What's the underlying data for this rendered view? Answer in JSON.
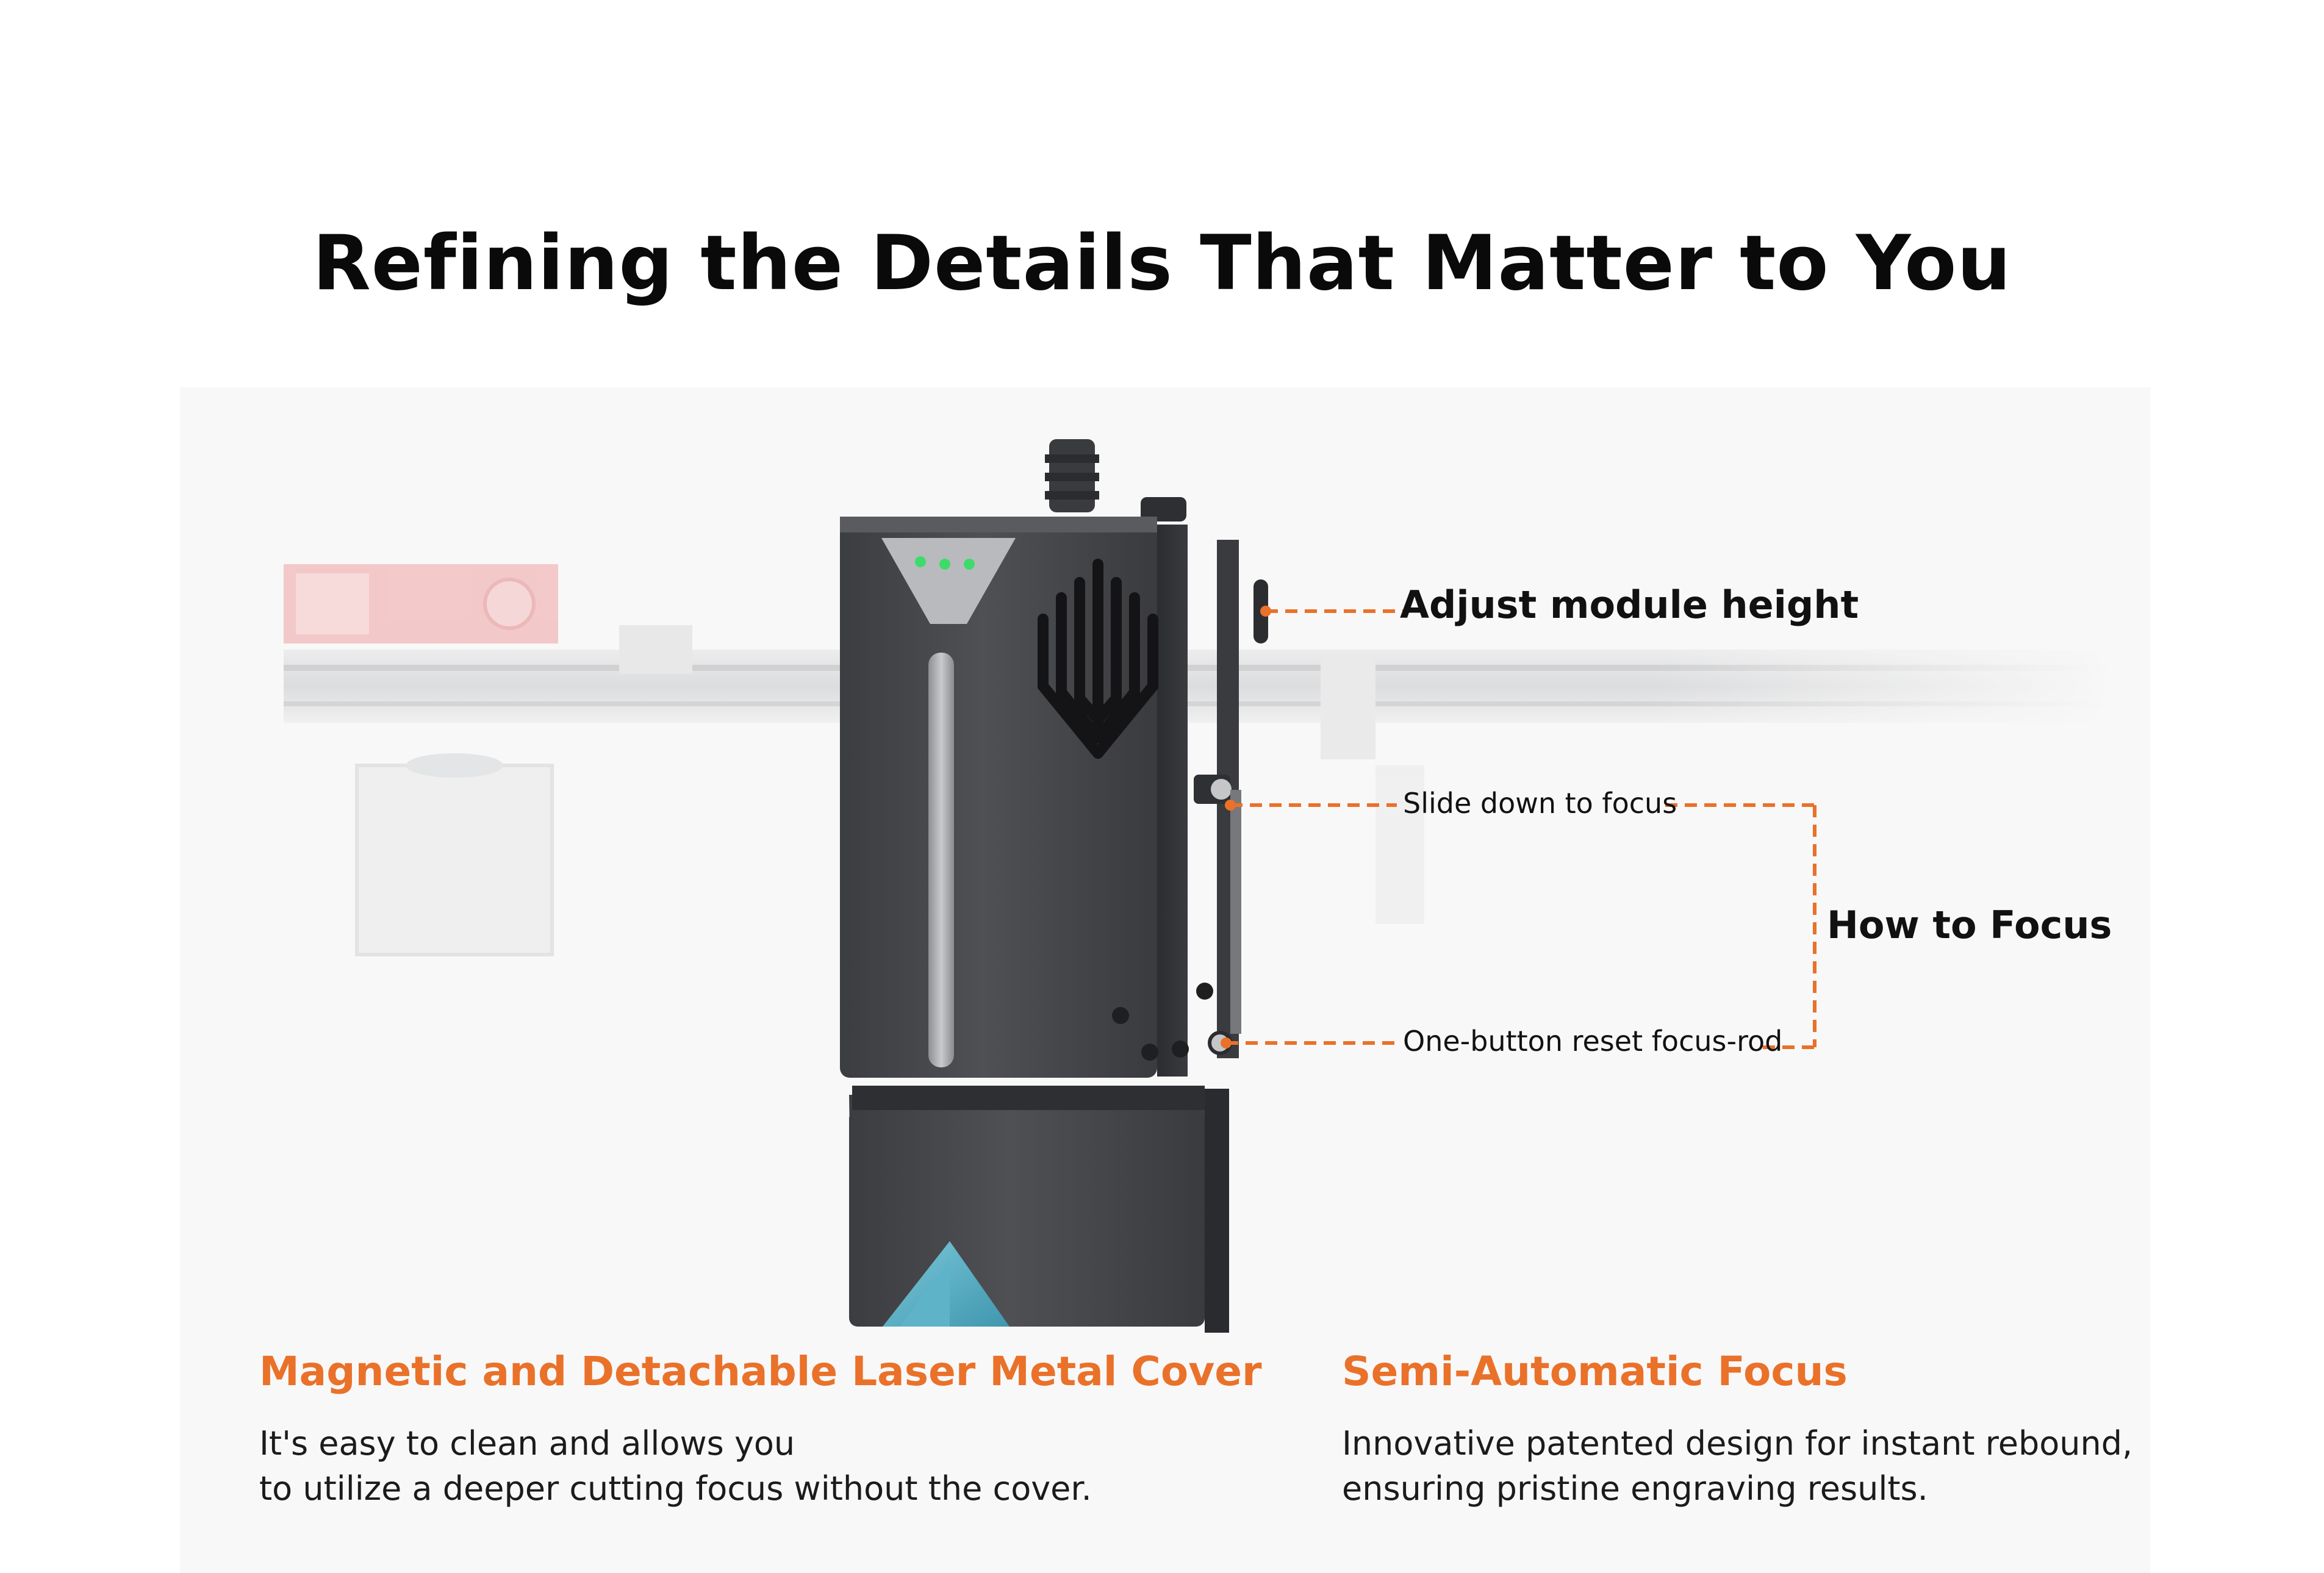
{
  "page": {
    "title": "Refining the Details That Matter to You"
  },
  "callouts": {
    "adjust_height": "Adjust module height",
    "slide_down": "Slide down to focus",
    "how_to_focus": "How to Focus",
    "reset_rod": "One-button reset focus-rod"
  },
  "features": [
    {
      "title": "Magnetic and Detachable Laser Metal Cover",
      "lines": [
        "It's easy to clean and allows you",
        "to utilize a deeper cutting focus without the cover."
      ]
    },
    {
      "title": "Semi-Automatic Focus",
      "lines": [
        "Innovative patented design for instant rebound,",
        "ensuring pristine engraving results."
      ]
    }
  ],
  "colors": {
    "accent": "#ea7129",
    "body": "#4a4b4e",
    "teal": "#4fa9c0",
    "led": "#3ddc6a"
  },
  "icons": [
    "laser-module-illustration",
    "vent-grille-icon",
    "led-indicator-icon"
  ]
}
